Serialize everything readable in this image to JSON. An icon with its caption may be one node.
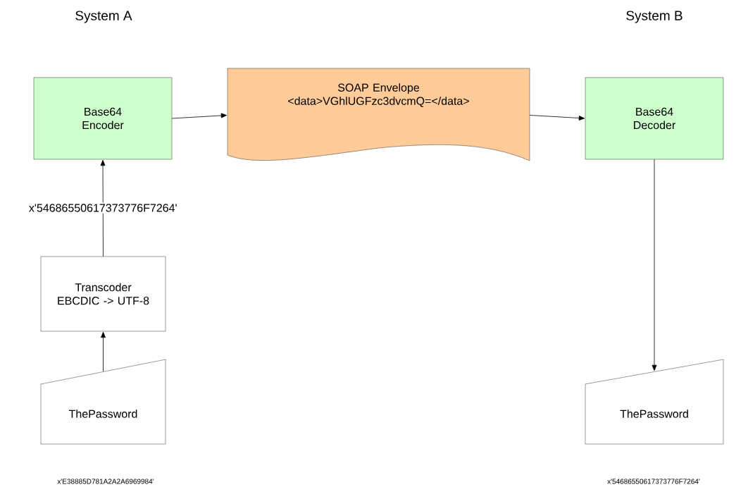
{
  "diagram": {
    "nodes": [
      {
        "text": [
          "Base64 Encoder"
        ]
      },
      {
        "text": [
          "SOAP Envelope <data>VGhlUGFzc3dvcmQ=</data>"
        ]
      },
      {
        "text": [
          "Base64 Decoder"
        ]
      },
      {
        "text": [
          "Transcoder EBCDIC -> UTF-8"
        ]
      },
      {
        "text": [
          "ThePassword"
        ]
      },
      {
        "text": [
          "ThePassword"
        ]
      }
    ],
    "edges": [
      {
        "from": 0,
        "to": 1,
        "arrow": "to"
      },
      {
        "from": 1,
        "to": 2,
        "arrow": "to"
      },
      {
        "from": 3,
        "to": 0,
        "arrow": "to",
        "label": "x'54686550617373776F7264'"
      },
      {
        "from": 4,
        "to": 3,
        "arrow": "to"
      },
      {
        "from": 2,
        "to": 5,
        "arrow": "to"
      }
    ],
    "labels": [
      "System A",
      "System B",
      "x'E38885D781A2A2A6969984'",
      "x'54686550617373776F7264'"
    ]
  }
}
